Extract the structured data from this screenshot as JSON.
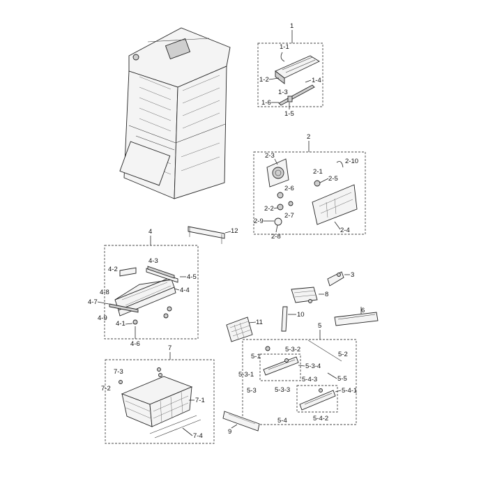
{
  "labels": {
    "l1": "1",
    "l1_1": "1-1",
    "l1_2": "1-2",
    "l1_3": "1-3",
    "l1_4": "1-4",
    "l1_5": "1-5",
    "l1_6": "1-6",
    "l2": "2",
    "l2_1": "2-1",
    "l2_2": "2-2",
    "l2_3": "2-3",
    "l2_4": "2-4",
    "l2_5": "2-5",
    "l2_6": "2-6",
    "l2_7": "2-7",
    "l2_8": "2-8",
    "l2_9": "2-9",
    "l2_10": "2-10",
    "l3": "3",
    "l4": "4",
    "l4_1": "4-1",
    "l4_2": "4-2",
    "l4_3": "4-3",
    "l4_4": "4-4",
    "l4_5": "4-5",
    "l4_6": "4-6",
    "l4_7": "4-7",
    "l4_8": "4-8",
    "l4_9": "4-9",
    "l5": "5",
    "l5_1": "5-1",
    "l5_2": "5-2",
    "l5_3": "5-3",
    "l5_3_1": "5-3-1",
    "l5_3_2": "5-3-2",
    "l5_3_3": "5-3-3",
    "l5_3_4": "5-3-4",
    "l5_4": "5-4",
    "l5_4_1": "5-4-1",
    "l5_4_2": "5-4-2",
    "l5_4_3": "5-4-3",
    "l5_5": "5-5",
    "l6": "6",
    "l7": "7",
    "l7_1": "7-1",
    "l7_2": "7-2",
    "l7_3": "7-3",
    "l7_4": "7-4",
    "l8": "8",
    "l9": "9",
    "l10": "10",
    "l11": "11",
    "l12": "12"
  }
}
